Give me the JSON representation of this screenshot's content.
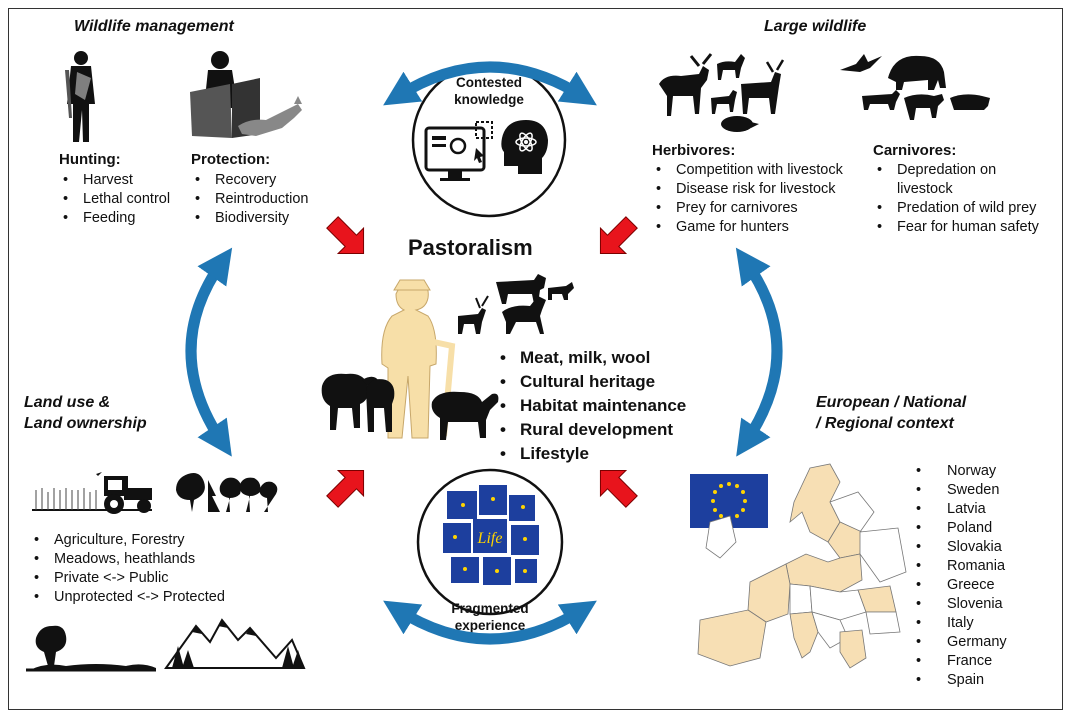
{
  "wildlife_management": {
    "title": "Wildlife management",
    "hunting": {
      "heading": "Hunting:",
      "items": [
        "Harvest",
        "Lethal control",
        "Feeding"
      ]
    },
    "protection": {
      "heading": "Protection:",
      "items": [
        "Recovery",
        "Reintroduction",
        "Biodiversity"
      ]
    }
  },
  "large_wildlife": {
    "title": "Large wildlife",
    "herbivores": {
      "heading": "Herbivores:",
      "items": [
        "Competition with livestock",
        "Disease risk for livestock",
        "Prey for carnivores",
        "Game for hunters"
      ]
    },
    "carnivores": {
      "heading": "Carnivores:",
      "items": [
        "Depredation on livestock",
        "Predation of wild prey",
        "Fear for human safety"
      ]
    }
  },
  "contested_knowledge": {
    "line1": "Contested",
    "line2": "knowledge"
  },
  "fragmented_experience": {
    "line1": "Fragmented",
    "line2": "experience",
    "badge_text": "Life"
  },
  "pastoralism": {
    "title": "Pastoralism",
    "items": [
      "Meat, milk, wool",
      "Cultural heritage",
      "Habitat maintenance",
      "Rural development",
      "Lifestyle"
    ]
  },
  "land_use": {
    "title_line1": "Land use &",
    "title_line2": "Land ownership",
    "items": [
      "Agriculture, Forestry",
      "Meadows, heathlands",
      "Private <-> Public",
      "Unprotected <-> Protected"
    ]
  },
  "european_context": {
    "title_line1": "European / National",
    "title_line2": "/ Regional context",
    "countries": [
      "Norway",
      "Sweden",
      "Latvia",
      "Poland",
      "Slovakia",
      "Romania",
      "Greece",
      "Slovenia",
      "Italy",
      "Germany",
      "France",
      "Spain"
    ]
  },
  "colors": {
    "arrow_blue": "#1f77b4",
    "arrow_red": "#e8141c",
    "farmer_fill": "#f7dfa8",
    "eu_blue": "#1d3f9e",
    "eu_gold": "#ffd400",
    "map_fill": "#f7dfb4"
  }
}
